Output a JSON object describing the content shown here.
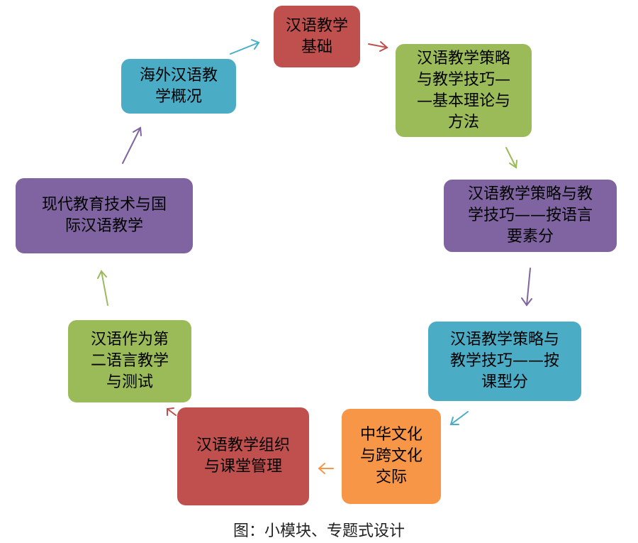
{
  "boxes": [
    {
      "lines": [
        "汉语教学",
        "基础"
      ],
      "color": "#c0504d"
    },
    {
      "lines": [
        "汉语教学策略",
        "与教学技巧—",
        "—基本理论与",
        "方法"
      ],
      "color": "#9bbb59"
    },
    {
      "lines": [
        "汉语教学策略与教",
        "学技巧——按语言",
        "要素分"
      ],
      "color": "#8064a2"
    },
    {
      "lines": [
        "汉语教学策略与",
        "教学技巧——按",
        "课型分"
      ],
      "color": "#4bacc6"
    },
    {
      "lines": [
        "中华文化",
        "与跨文化",
        "交际"
      ],
      "color": "#f79646"
    },
    {
      "lines": [
        "汉语教学组织",
        "与课堂管理"
      ],
      "color": "#c0504d"
    },
    {
      "lines": [
        "汉语作为第",
        "二语言教学",
        "与测试"
      ],
      "color": "#9bbb59"
    },
    {
      "lines": [
        "现代教育技术与国",
        "际汉语教学"
      ],
      "color": "#8064a2"
    },
    {
      "lines": [
        "海外汉语教",
        "学概况"
      ],
      "color": "#4bacc6"
    }
  ],
  "caption": "图：小模块、专题式设计"
}
